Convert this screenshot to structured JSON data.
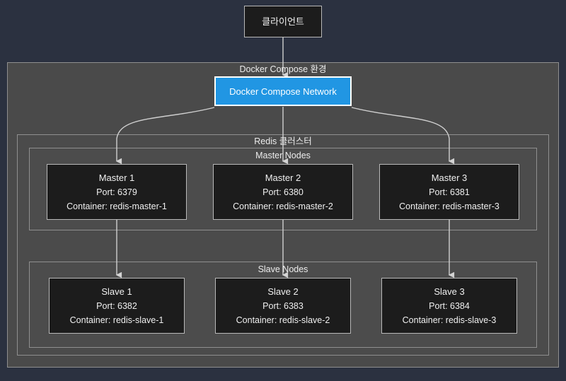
{
  "colors": {
    "page_background": "#2b3140",
    "panel_background": "#4a4a4a",
    "panel_border": "#8f8f8f",
    "node_background": "#1c1c1c",
    "node_border": "#b9b9b9",
    "network_accent": "#2196e3",
    "network_border": "#ffffff",
    "connector": "#cfcfcf",
    "text": "#f0f0f0"
  },
  "client": {
    "label": "클라이언트"
  },
  "docker_panel": {
    "title": "Docker Compose 환경",
    "network": {
      "label": "Docker Compose Network"
    }
  },
  "redis_panel": {
    "title": "Redis 클러스터",
    "master_group": {
      "title": "Master Nodes",
      "nodes": [
        {
          "name": "Master 1",
          "port": "Port: 6379",
          "container": "Container: redis-master-1"
        },
        {
          "name": "Master 2",
          "port": "Port: 6380",
          "container": "Container: redis-master-2"
        },
        {
          "name": "Master 3",
          "port": "Port: 6381",
          "container": "Container: redis-master-3"
        }
      ]
    },
    "slave_group": {
      "title": "Slave Nodes",
      "nodes": [
        {
          "name": "Slave 1",
          "port": "Port: 6382",
          "container": "Container: redis-slave-1"
        },
        {
          "name": "Slave 2",
          "port": "Port: 6383",
          "container": "Container: redis-slave-2"
        },
        {
          "name": "Slave 3",
          "port": "Port: 6384",
          "container": "Container: redis-slave-3"
        }
      ]
    }
  }
}
